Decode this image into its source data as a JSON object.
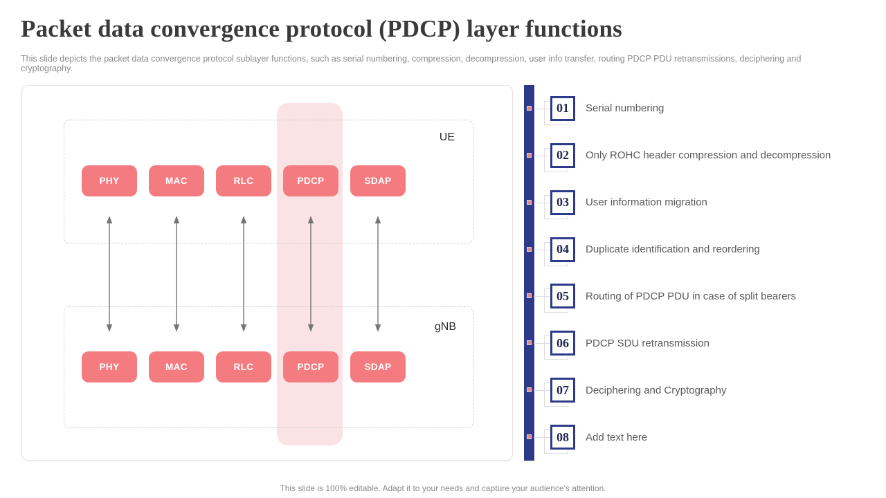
{
  "slide": {
    "title": "Packet data convergence protocol (PDCP) layer functions",
    "subtitle": "This slide depicts the packet data convergence protocol sublayer functions, such as serial numbering, compression, decompression, user info transfer, routing PDCP PDU retransmissions, deciphering and cryptography.",
    "footer": "This slide is 100% editable. Adapt it to your needs and capture your audience's attention."
  },
  "diagram": {
    "top_label": "UE",
    "bottom_label": "gNB",
    "layers": [
      "PHY",
      "MAC",
      "RLC",
      "PDCP",
      "SDAP"
    ],
    "highlighted_layer": "PDCP"
  },
  "functions": {
    "items": [
      {
        "number": "01",
        "label": "Serial numbering"
      },
      {
        "number": "02",
        "label": "Only ROHC header compression and decompression"
      },
      {
        "number": "03",
        "label": "User information migration"
      },
      {
        "number": "04",
        "label": "Duplicate identification and reordering"
      },
      {
        "number": "05",
        "label": "Routing of PDCP PDU in case of split bearers"
      },
      {
        "number": "06",
        "label": "PDCP SDU retransmission"
      },
      {
        "number": "07",
        "label": "Deciphering and Cryptography"
      },
      {
        "number": "08",
        "label": "Add text here"
      }
    ]
  },
  "theme": {
    "salmon": "#f47c80",
    "pink_light": "#fbe3e5",
    "navy": "#2d3a8a",
    "text_dark": "#3a3a3a",
    "text_gray": "#595959",
    "text_light": "#8a8a8a",
    "arrow_gray": "#757575"
  }
}
